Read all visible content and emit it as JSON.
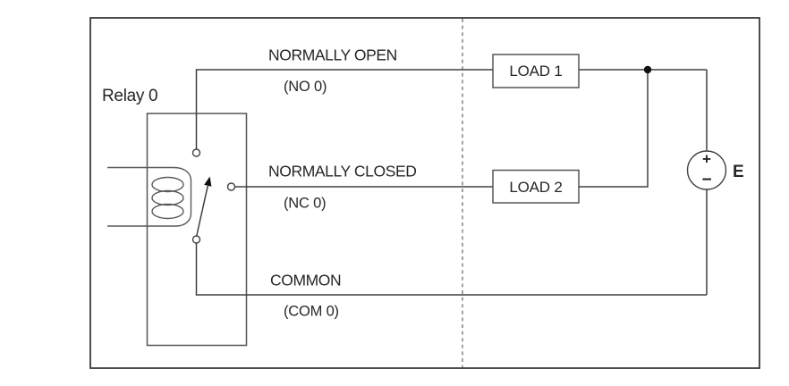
{
  "diagram": {
    "relay": {
      "label": "Relay 0",
      "terminals": {
        "no": {
          "name": "NORMALLY OPEN",
          "code": "(NO 0)"
        },
        "nc": {
          "name": "NORMALLY CLOSED",
          "code": "(NC 0)"
        },
        "com": {
          "name": "COMMON",
          "code": "(COM 0)"
        }
      }
    },
    "loads": {
      "load1": {
        "label": "LOAD 1"
      },
      "load2": {
        "label": "LOAD 2"
      }
    },
    "source": {
      "label": "E",
      "plus": "+",
      "minus": "−"
    },
    "colors": {
      "background": "#ffffff",
      "wire": "#404040",
      "border": "#3a3a3a",
      "box": "#555555",
      "coil": "#595959",
      "dashed_divider": "#8c8c8c",
      "text": "#262626",
      "junction_dot": "#111111"
    }
  }
}
